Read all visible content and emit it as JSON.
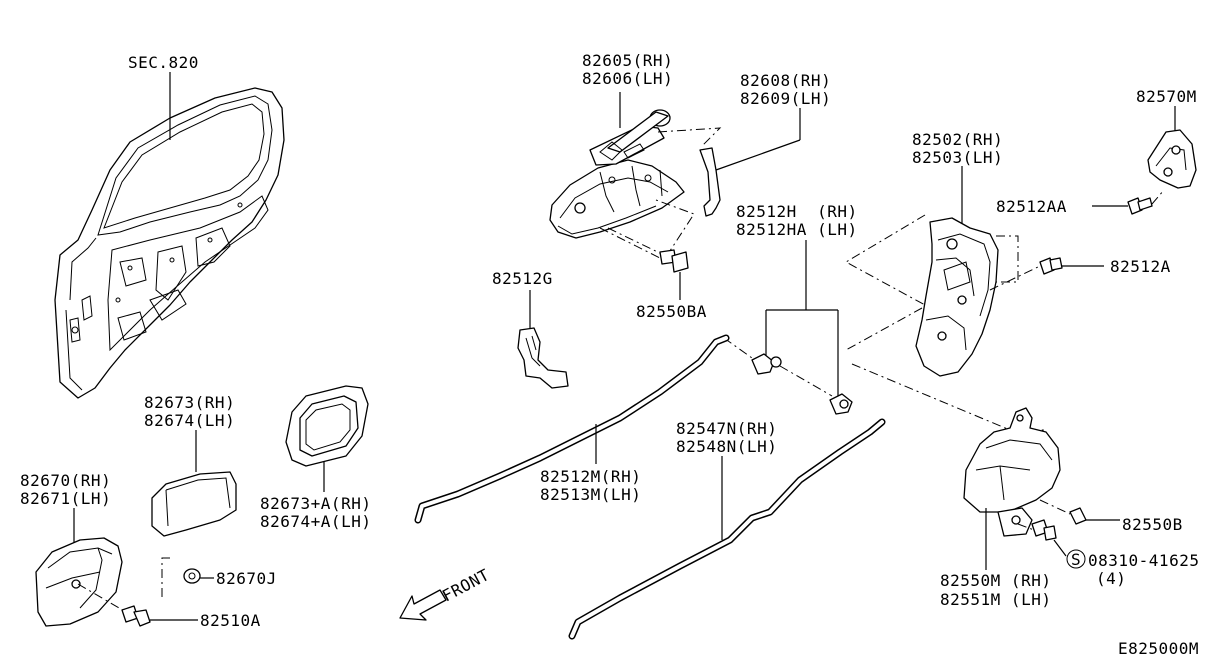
{
  "diagram_id": "E825000M",
  "front_label": "FRONT",
  "callouts": {
    "sec820": "SEC.820",
    "handle_outer_rh": "82605(RH)",
    "handle_outer_lh": "82606(LH)",
    "rod_clip_rh": "82608(RH)",
    "rod_clip_lh": "82609(LH)",
    "hinge": "82570M",
    "lock_rh": "82502(RH)",
    "lock_lh": "82503(LH)",
    "screw_aa": "82512AA",
    "screw_a": "82512A",
    "clip_h_rh": "82512H  (RH)",
    "clip_h_lh": "82512HA (LH)",
    "bracket_g": "82512G",
    "bolt_ba": "82550BA",
    "escutcheon_rh": "82673(RH)",
    "escutcheon_lh": "82674(LH)",
    "escutcheon_a_rh": "82673+A(RH)",
    "escutcheon_a_lh": "82674+A(LH)",
    "inner_handle_rh": "82670(RH)",
    "inner_handle_lh": "82671(LH)",
    "nut_j": "82670J",
    "screw_510a": "82510A",
    "rod_m_rh": "82512M(RH)",
    "rod_m_lh": "82513M(LH)",
    "rod_n_rh": "82547N(RH)",
    "rod_n_lh": "82548N(LH)",
    "bolt_b": "82550B",
    "actuator_rh": "82550M (RH)",
    "actuator_lh": "82551M (LH)",
    "screw_s_symbol": "S",
    "screw_s": "08310-41625",
    "screw_s_qty": "(4)"
  }
}
